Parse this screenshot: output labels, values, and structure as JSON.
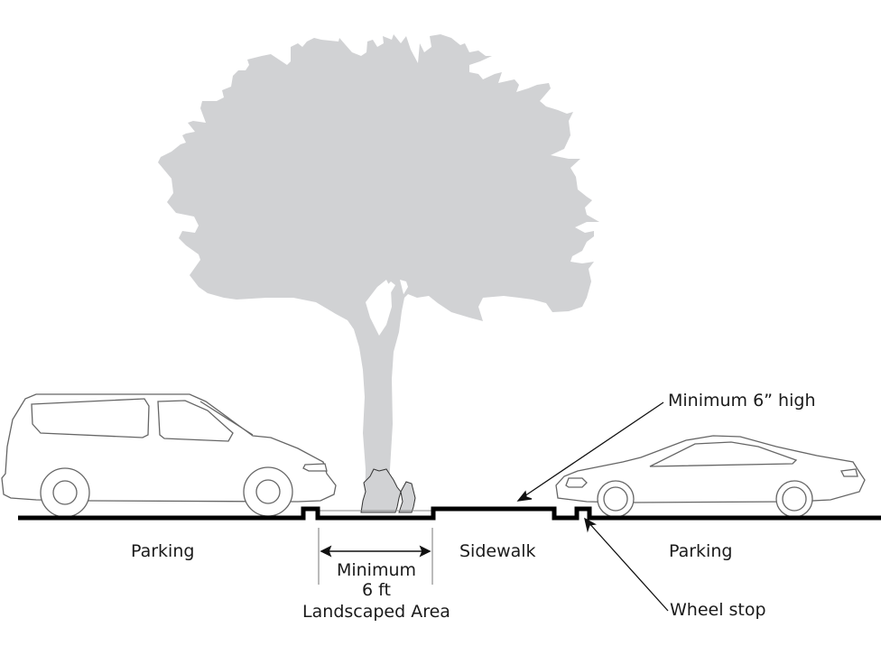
{
  "diagram": {
    "title": "Parking lot landscaping cross-section",
    "labels": {
      "parking_left": "Parking",
      "parking_right": "Parking",
      "sidewalk": "Sidewalk",
      "landscape_line1": "Minimum",
      "landscape_line2": "6 ft",
      "landscape_line3": "Landscaped Area",
      "curb_height": "Minimum 6” high",
      "wheel_stop": "Wheel stop"
    },
    "elements": {
      "left_vehicle": "minivan-icon",
      "right_vehicle": "sedan-icon",
      "tree": "tree-icon",
      "shrub": "shrub-icon"
    },
    "colors": {
      "tree": "#d1d2d4",
      "ground": "#000000",
      "outline": "#555555",
      "text": "#1a1a1a"
    }
  }
}
